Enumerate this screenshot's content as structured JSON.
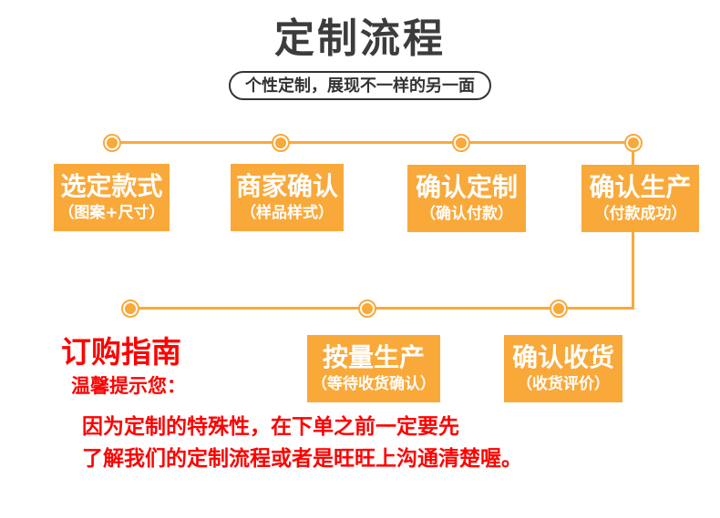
{
  "header": {
    "title": "定制流程",
    "subtitle": "个性定制，展现不一样的另一面"
  },
  "flow": {
    "row1": [
      {
        "label": "选定款式",
        "sub": "（图案+尺寸）"
      },
      {
        "label": "商家确认",
        "sub": "（样品样式）"
      },
      {
        "label": "确认定制",
        "sub": "（确认付款）"
      },
      {
        "label": "确认生产",
        "sub": "（付款成功）"
      }
    ],
    "row2": [
      {
        "label": "按量生产",
        "sub": "（等待收货确认）"
      },
      {
        "label": "确认收货",
        "sub": "（收货评价）"
      }
    ]
  },
  "guide": {
    "heading": "订购指南",
    "notice": "温馨提示您：",
    "line1": "因为定制的特殊性，在下单之前一定要先",
    "line2": "了解我们的定制流程或者是旺旺上沟通清楚喔。"
  },
  "colors": {
    "accent_orange": "#F9A93A",
    "alert_red": "#FF0000",
    "title_dark": "#3C3C3C"
  }
}
